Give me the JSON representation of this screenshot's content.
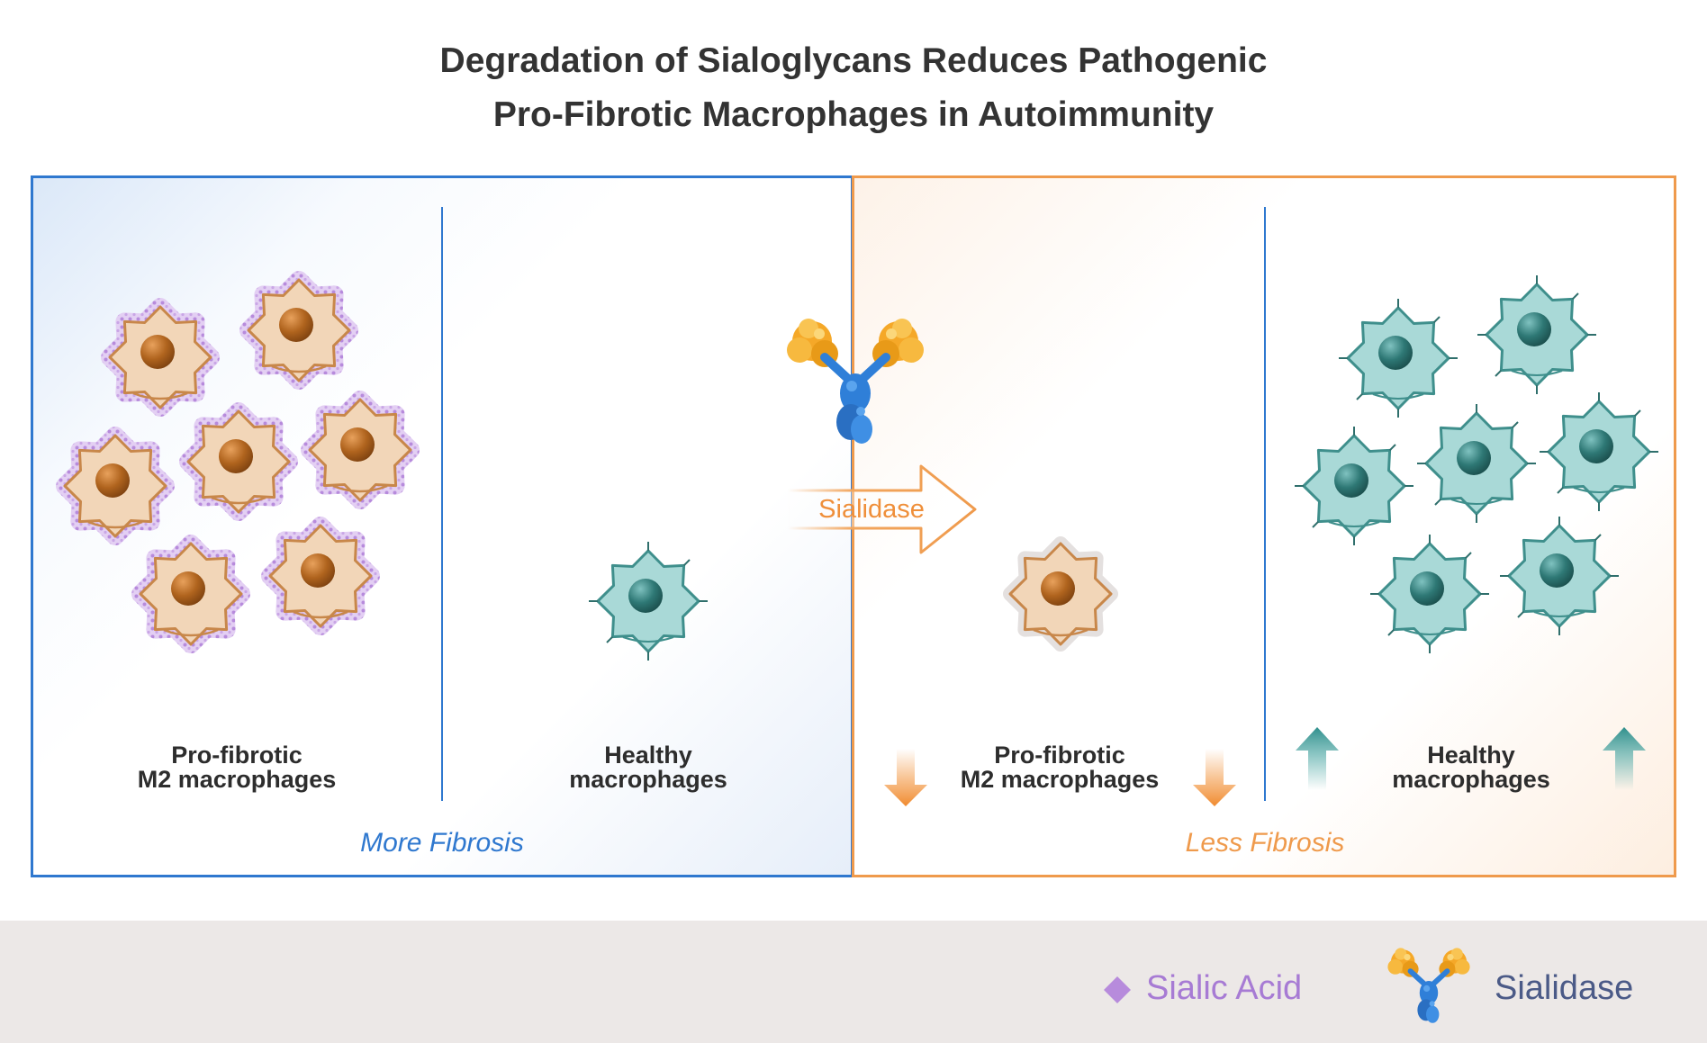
{
  "title": {
    "line1": "Degradation of Sialoglycans Reduces Pathogenic",
    "line2": "Pro-Fibrotic Macrophages in Autoimmunity"
  },
  "colors": {
    "left_border": "#2f78cf",
    "right_border": "#ef9a4c",
    "m2_cell_fill": "#f2d6b8",
    "m2_cell_stroke": "#c8874a",
    "m2_nucleus": "#b0641e",
    "sialic_acid": "#c9a6e6",
    "healthy_cell_fill": "#a9d9d7",
    "healthy_cell_stroke": "#3f8f8c",
    "healthy_nucleus": "#2e7875",
    "sialidase_head": "#f5a828",
    "sialidase_body": "#2f7fd8",
    "legend_band": "#ece8e7"
  },
  "left_panel": {
    "m2": {
      "line1": "Pro-fibrotic",
      "line2": "M2 macrophages"
    },
    "healthy": {
      "line1": "Healthy",
      "line2": "macrophages"
    },
    "footer": "More Fibrosis"
  },
  "right_panel": {
    "m2": {
      "line1": "Pro-fibrotic",
      "line2": "M2 macrophages"
    },
    "healthy": {
      "line1": "Healthy",
      "line2": "macrophages"
    },
    "footer": "Less Fibrosis"
  },
  "center": {
    "arrow_label": "Sialidase"
  },
  "legend": {
    "sialic_acid": "Sialic Acid",
    "sialidase": "Sialidase"
  },
  "icons": {
    "m2_macrophage": "m2-macrophage-icon",
    "healthy_macrophage": "healthy-macrophage-icon",
    "sialidase": "sialidase-antibody-icon",
    "sialic_acid": "diamond-icon",
    "decrease": "arrow-down-icon",
    "increase": "arrow-up-icon"
  }
}
